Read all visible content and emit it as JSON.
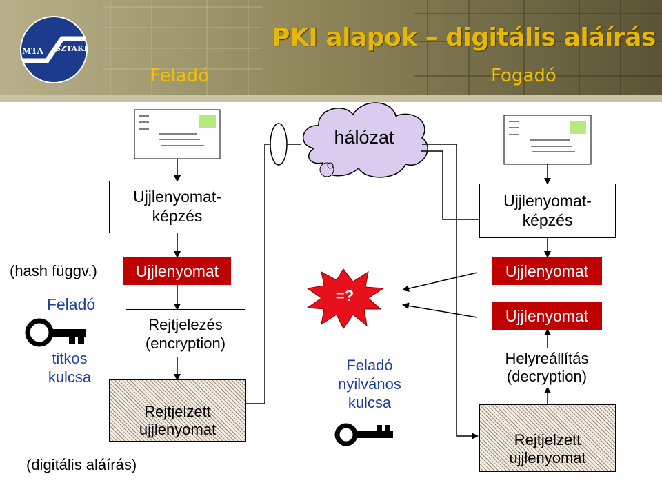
{
  "header": {
    "logo_left": "MTA",
    "logo_right": "SZTAKI",
    "title": "PKI alapok – digitális aláírás",
    "sender_heading": "Feladó",
    "receiver_heading": "Fogadó"
  },
  "network": {
    "label": "hálózat"
  },
  "sender": {
    "hash_box": "Ujjlenyomat-\nképzés",
    "hash_note": "(hash függv.)",
    "fingerprint_box": "Ujjlenyomat",
    "owner_label": "Feladó",
    "key_label": "titkos\nkulcsa",
    "encrypt_box": "Rejtjelezés\n(encryption)",
    "encrypted_box": "Rejtjelzett\nujjlenyomat",
    "signature_note": "(digitális aláírás)"
  },
  "compare": {
    "label": "=?",
    "public_key_label": "Feladó\nnyilvános\nkulcsa"
  },
  "receiver": {
    "hash_box": "Ujjlenyomat-\nképzés",
    "fingerprint_box_top": "Ujjlenyomat",
    "fingerprint_box_mid": "Ujjlenyomat",
    "decrypt_box": "Helyreállítás\n(decryption)",
    "encrypted_box": "Rejtjelzett\nujjlenyomat"
  },
  "colors": {
    "header_bg": "#9a8f63",
    "title": "#e8b800",
    "accent_red": "#c00000",
    "blue_text": "#1f3f9f",
    "network_cloud": "#d9ccef"
  },
  "icons": [
    "document-icon",
    "cloud-icon",
    "key-icon",
    "starburst-icon",
    "logo-icon"
  ]
}
